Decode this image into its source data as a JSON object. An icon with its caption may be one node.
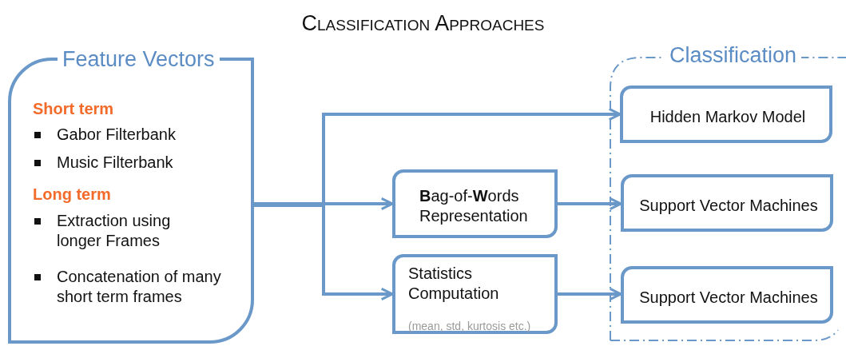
{
  "diagram": {
    "title": "Classification Approaches",
    "nodes": [
      {
        "text": [
          "Feature Vectors",
          "Short term",
          "Gabor Filterbank",
          "Music Filterbank",
          "Long term",
          "Extraction using longer Frames",
          "Concatenation of many short term frames"
        ]
      },
      {
        "text": [
          "Classification"
        ]
      },
      {
        "text": [
          "Hidden Markov Model"
        ],
        "in": 1
      },
      {
        "text": [
          "**B**ag-of-**W**ords Representation"
        ]
      },
      {
        "text": [
          "Support Vector Machines"
        ],
        "in": 1
      },
      {
        "text": [
          "Statistics Computation",
          "(mean, std, kurtosis etc.)"
        ]
      },
      {
        "text": [
          "Support Vector Machines"
        ],
        "in": 1
      }
    ],
    "edges": [
      {
        "from": 0,
        "to": 2,
        "arrow": "to"
      },
      {
        "from": 0,
        "to": 3,
        "arrow": "to"
      },
      {
        "from": 0,
        "to": 5,
        "arrow": "to"
      },
      {
        "from": 3,
        "to": 4,
        "arrow": "to"
      },
      {
        "from": 5,
        "to": 6,
        "arrow": "to"
      }
    ]
  }
}
